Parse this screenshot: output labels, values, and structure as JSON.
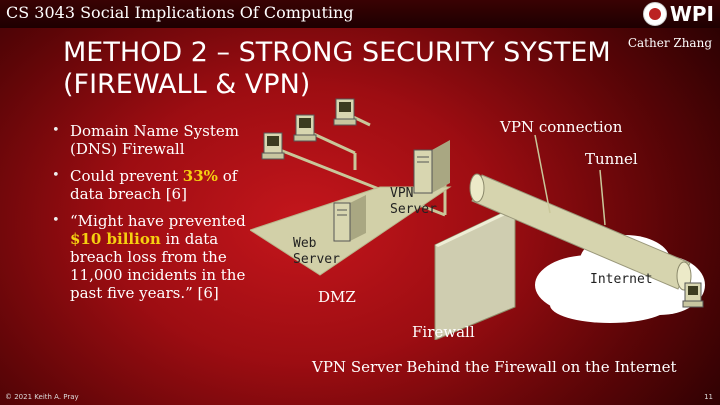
{
  "header": {
    "course_title": "CS 3043 Social Implications Of Computing",
    "logo_text": "WPI"
  },
  "author": "Cather Zhang",
  "slide_title_line1": "METHOD 2 – STRONG SECURITY SYSTEM",
  "slide_title_line2": "(FIREWALL & VPN)",
  "bullets": [
    {
      "text": "Domain Name System (DNS) Firewall"
    },
    {
      "pre": "Could prevent ",
      "highlight": "33%",
      "post": " of data breach [6]"
    },
    {
      "pre": "“Might have prevented ",
      "highlight": "$10 billion",
      "post": " in data breach loss from the 11,000 incidents in the past five years.” [6]"
    }
  ],
  "diagram": {
    "vpn_connection": "VPN connection",
    "tunnel": "Tunnel",
    "vpn_server_line1": "VPN",
    "vpn_server_line2": "Server",
    "web_server_line1": "Web",
    "web_server_line2": "Server",
    "internet": "Internet",
    "dmz": "DMZ",
    "firewall": "Firewall",
    "caption": "VPN Server Behind the Firewall on the Internet"
  },
  "footer": {
    "copyright": "© 2021 Keith A. Pray",
    "page_number": "11"
  },
  "colors": {
    "highlight": "#f5d010",
    "background": "#9d0d12"
  }
}
